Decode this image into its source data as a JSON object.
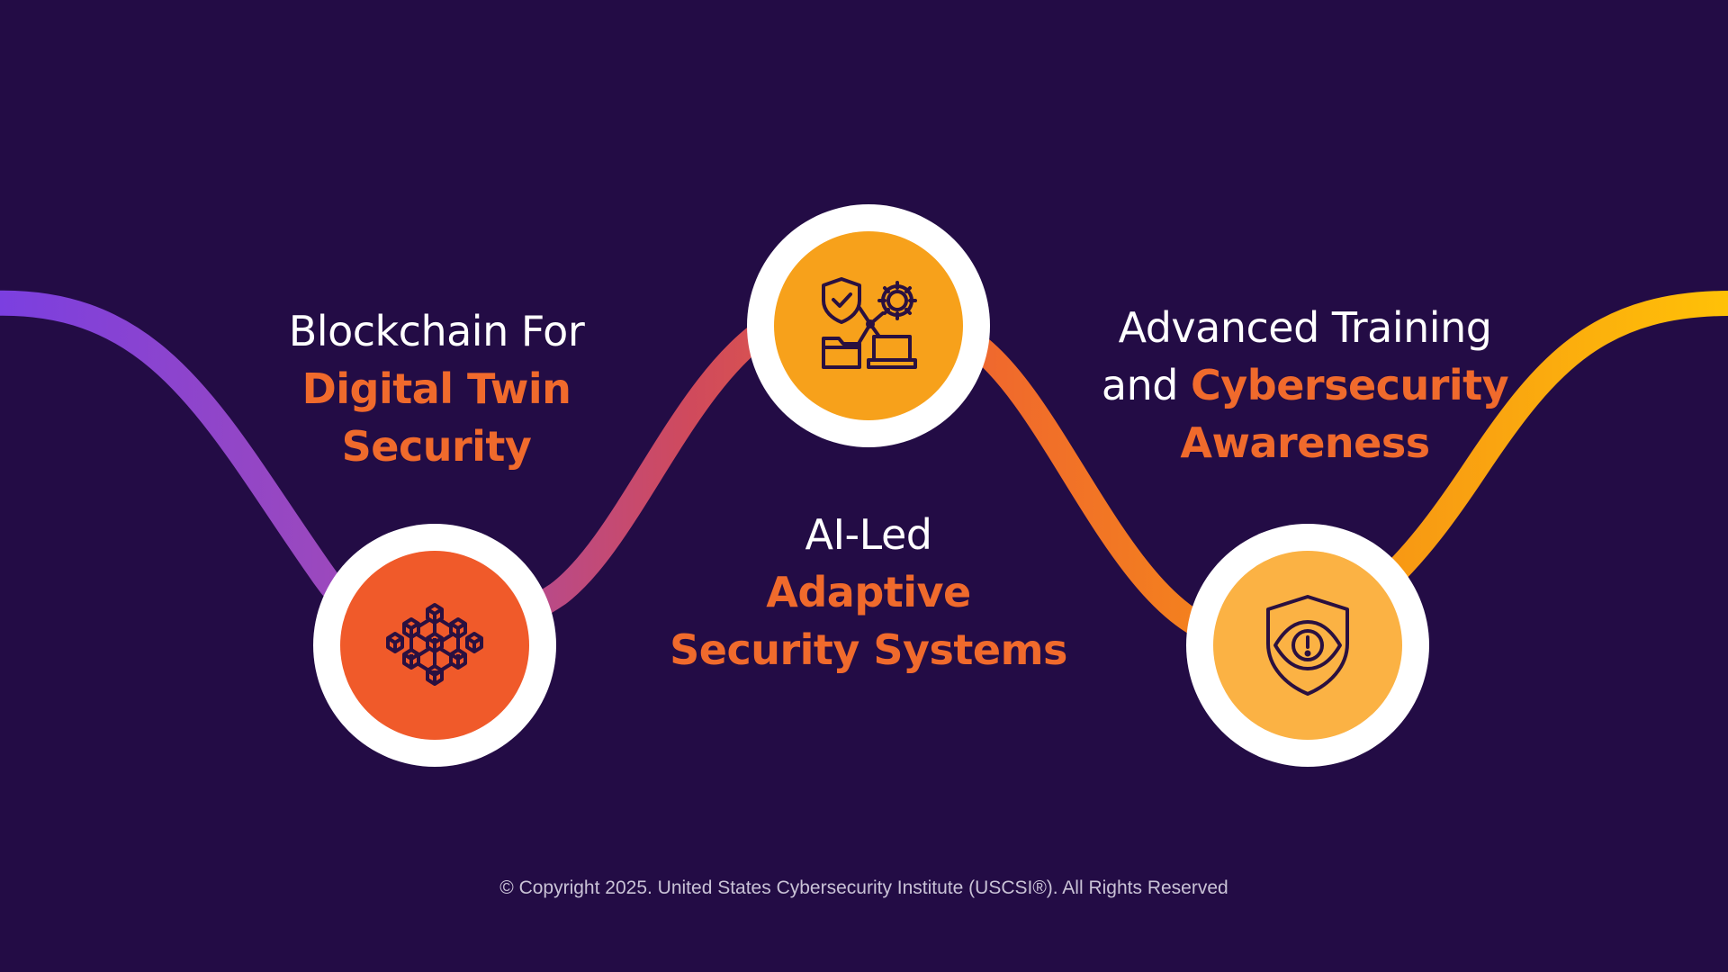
{
  "colors": {
    "background": "#230c45",
    "accent_orange": "#f06a2c",
    "circle_1": "#f05a2a",
    "circle_2": "#f7a11b",
    "circle_3": "#fbb244",
    "icon_stroke": "#2a1040",
    "wave_start": "#7b3fe0",
    "wave_mid": "#d04a5c",
    "wave_orange": "#f57a20",
    "wave_end": "#ffc107"
  },
  "steps": [
    {
      "icon": "blockchain-network-icon",
      "label_white": "Blockchain For",
      "label_orange": "Digital Twin Security"
    },
    {
      "icon": "security-automation-icon",
      "label_white": "AI-Led",
      "label_orange": "Adaptive Security Systems"
    },
    {
      "icon": "eye-shield-alert-icon",
      "label_white_line1": "Advanced Training",
      "label_white_line2": "and",
      "label_orange_line2": "Cybersecurity",
      "label_orange_line3": "Awareness"
    }
  ],
  "footer": {
    "copyright": "© Copyright 2025. United States Cybersecurity Institute (USCSI®). All Rights Reserved"
  }
}
